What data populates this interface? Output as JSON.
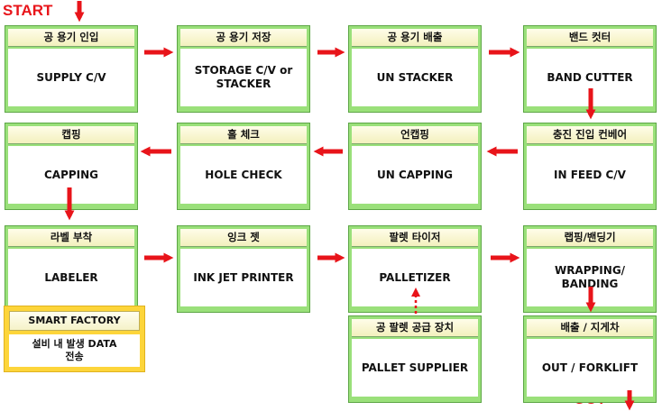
{
  "start_label": "START",
  "out_label": "OUT",
  "steps": [
    {
      "id": "s1",
      "header": "공 용기 인입",
      "body": [
        "SUPPLY C/V"
      ]
    },
    {
      "id": "s2",
      "header": "공 용기 저장",
      "body": [
        "STORAGE C/V or",
        "STACKER"
      ]
    },
    {
      "id": "s3",
      "header": "공 용기 배출",
      "body": [
        "UN STACKER"
      ]
    },
    {
      "id": "s4",
      "header": "밴드 컷터",
      "body": [
        "BAND CUTTER"
      ]
    },
    {
      "id": "s5",
      "header": "충진 진입 컨베어",
      "body": [
        "IN FEED C/V"
      ]
    },
    {
      "id": "s6",
      "header": "언캡핑",
      "body": [
        "UN CAPPING"
      ]
    },
    {
      "id": "s7",
      "header": "홀 체크",
      "body": [
        "HOLE CHECK"
      ]
    },
    {
      "id": "s8",
      "header": "캡핑",
      "body": [
        "CAPPING"
      ]
    },
    {
      "id": "s9",
      "header": "라벨 부착",
      "body": [
        "LABELER"
      ]
    },
    {
      "id": "s10",
      "header": "잉크 젯",
      "body": [
        "INK JET PRINTER"
      ]
    },
    {
      "id": "s11",
      "header": "팔렛 타이저",
      "body": [
        "PALLETIZER"
      ]
    },
    {
      "id": "s12",
      "header": "랩핑/밴딩기",
      "body": [
        "WRAPPING/",
        "BANDING"
      ]
    },
    {
      "id": "s13",
      "header": "공 팔렛 공급 장치",
      "body": [
        "PALLET SUPPLIER"
      ]
    },
    {
      "id": "s14",
      "header": "배출 / 지게차",
      "body": [
        "OUT / FORKLIFT"
      ]
    }
  ],
  "legend": {
    "header": "SMART FACTORY",
    "body": [
      "설비 내 발생 DATA",
      "전송"
    ]
  },
  "colors": {
    "arrow": "#e8141a",
    "box_green": "#9ae07a",
    "legend_yellow": "#fdd53a"
  }
}
